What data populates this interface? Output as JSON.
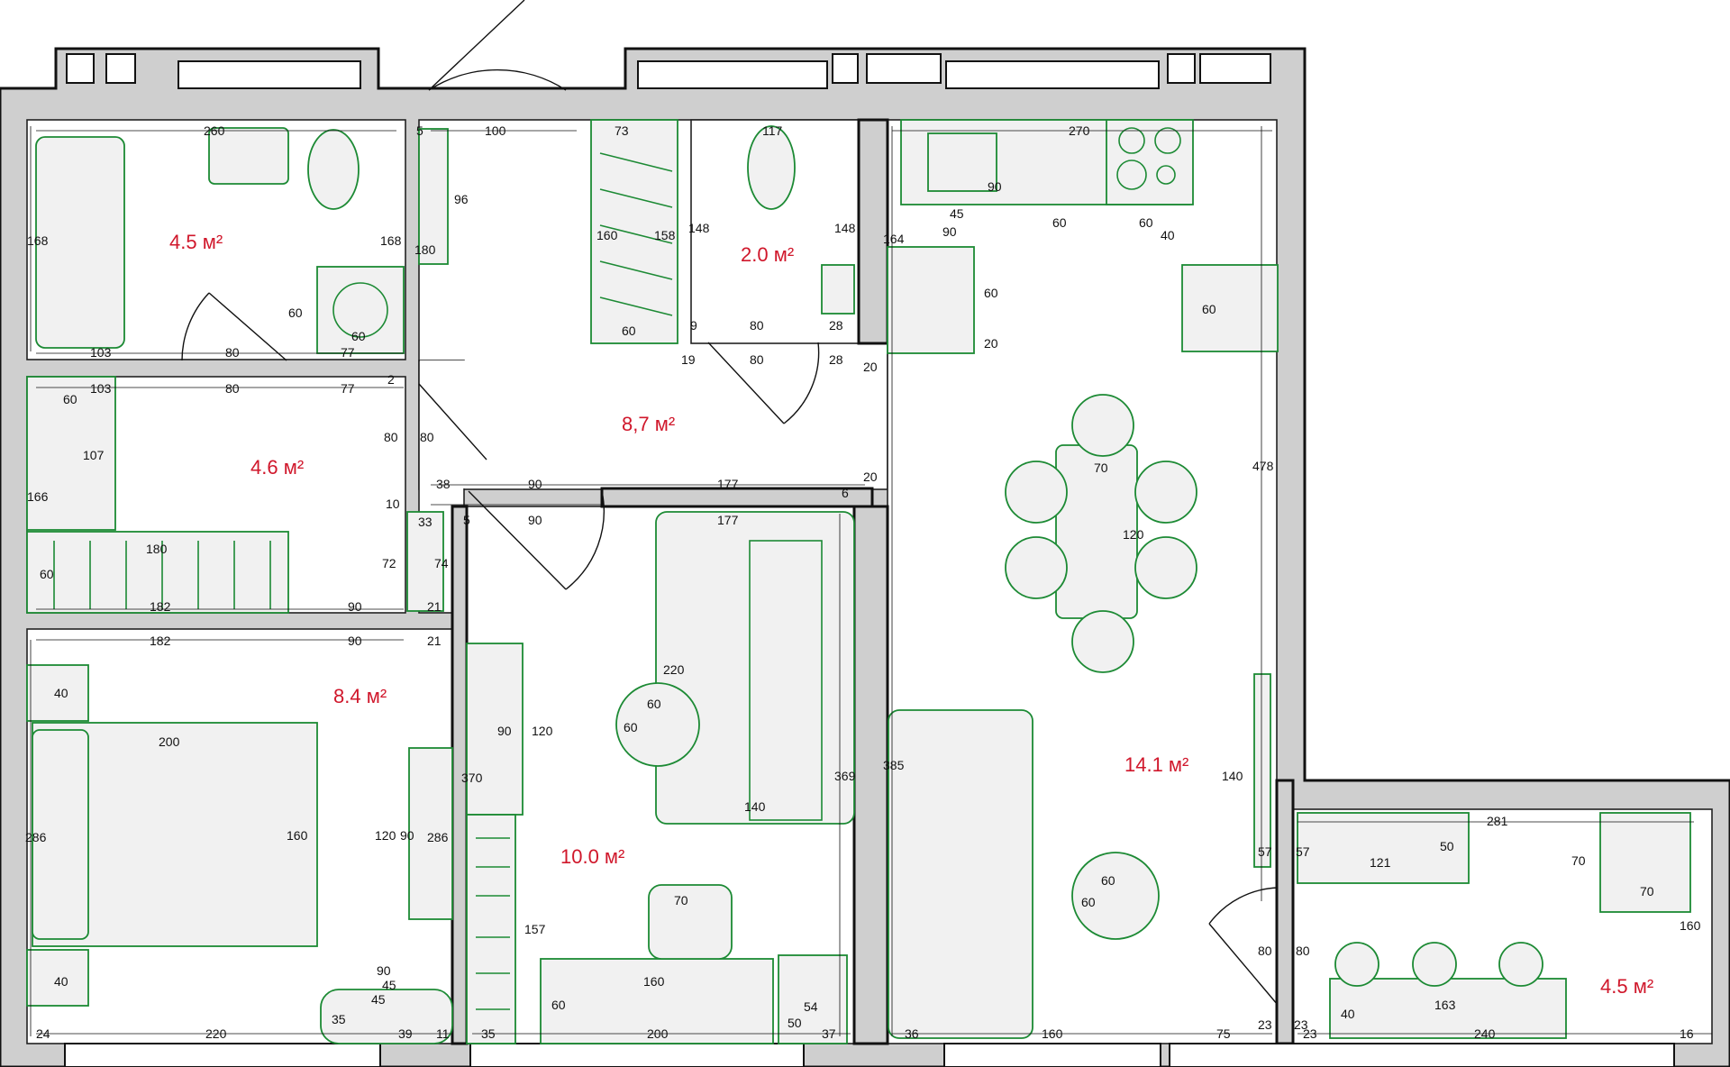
{
  "plan": {
    "areas": {
      "bathroom": "4.5 м²",
      "wc": "2.0 м²",
      "hall": "8,7 м²",
      "closet": "4.6 м²",
      "bedroom": "8.4 м²",
      "room": "10.0 м²",
      "kitchen": "14.1 м²",
      "balcony": "4.5 м²"
    },
    "dims": {
      "bath_260": "260",
      "bath_168l": "168",
      "bath_168r": "168",
      "bath_60": "60",
      "bath_60b": "60",
      "bath_103": "103",
      "bath_80": "80",
      "bath_77": "77",
      "bath_5": "5",
      "bath_180": "180",
      "hall_100": "100",
      "hall_96": "96",
      "hall_73": "73",
      "hall_160": "160",
      "hall_158": "158",
      "hall_60": "60",
      "hall_148a": "148",
      "hall_80a": "80",
      "hall_80b": "80",
      "hall_2": "2",
      "hall_38": "38",
      "hall_90a": "90",
      "hall_177a": "177",
      "hall_6": "6",
      "hall_20a": "20",
      "hall_10": "10",
      "hall_5b": "5",
      "hall_90b": "90",
      "hall_33": "33",
      "wc_117": "117",
      "wc_148": "148",
      "wc_9": "9",
      "wc_80a": "80",
      "wc_28a": "28",
      "wc_19": "19",
      "wc_80b": "80",
      "wc_28b": "28",
      "wc_20": "20",
      "cl_103": "103",
      "cl_80": "80",
      "cl_77": "77",
      "cl_60a": "60",
      "cl_107": "107",
      "cl_166": "166",
      "cl_180": "180",
      "cl_60b": "60",
      "cl_182": "182",
      "cl_90": "90",
      "cl_72": "72",
      "cl_74": "74",
      "cl_21a": "21",
      "bd_182": "182",
      "bd_90": "90",
      "bd_21": "21",
      "bd_40a": "40",
      "bd_200": "200",
      "bd_286l": "286",
      "bd_160": "160",
      "bd_120": "120",
      "bd_90r": "90",
      "bd_286r": "286",
      "bd_40b": "40",
      "bd_90b": "90",
      "bd_45a": "45",
      "bd_45b": "45",
      "bd_35": "35",
      "bd_24": "24",
      "bd_220": "220",
      "bd_39": "39",
      "bd_11": "11",
      "lr_177": "177",
      "lr_220": "220",
      "lr_60a": "60",
      "lr_60b": "60",
      "lr_90": "90",
      "lr_120": "120",
      "lr_370": "370",
      "lr_140": "140",
      "lr_369": "369",
      "lr_157": "157",
      "lr_70": "70",
      "lr_160": "160",
      "lr_60c": "60",
      "lr_54": "54",
      "lr_50": "50",
      "lr_35": "35",
      "lr_200": "200",
      "lr_37": "37",
      "k_270": "270",
      "k_90a": "90",
      "k_45": "45",
      "k_164": "164",
      "k_90b": "90",
      "k_60a": "60",
      "k_60b": "60",
      "k_40": "40",
      "k_60c": "60",
      "k_20": "20",
      "k_60d": "60",
      "k_478": "478",
      "k_70": "70",
      "k_120": "120",
      "k_385": "385",
      "k_140": "140",
      "k_60e": "60",
      "k_60f": "60",
      "k_57": "57",
      "k_80": "80",
      "k_36": "36",
      "k_160": "160",
      "k_75": "75",
      "k_23": "23",
      "b_281": "281",
      "b_57": "57",
      "b_121": "121",
      "b_50": "50",
      "b_70a": "70",
      "b_70b": "70",
      "b_160": "160",
      "b_80": "80",
      "b_163": "163",
      "b_40": "40",
      "b_23a": "23",
      "b_23b": "23",
      "b_240": "240",
      "b_16": "16"
    }
  },
  "colors": {
    "wall": "#cfcfcf",
    "furniture": "#1c8a34",
    "area_label": "#d0172b"
  }
}
